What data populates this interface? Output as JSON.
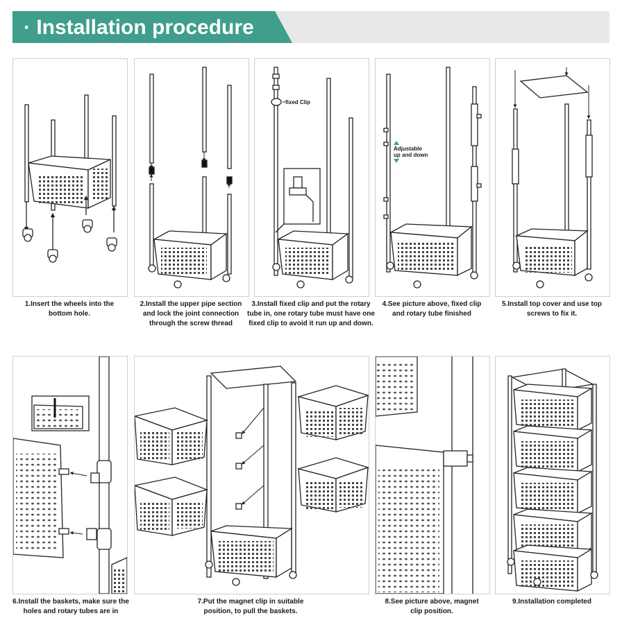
{
  "header": {
    "title": "· Installation procedure",
    "accent_color": "#3f9e8c",
    "bar_color": "#e8e8e8"
  },
  "steps": [
    {
      "caption": "1.Insert the wheels into the bottom hole."
    },
    {
      "caption": "2.Install the upper pipe section and lock the joint connection through the screw thread"
    },
    {
      "caption": "3.Install fixed clip and put the rotary tube in, one rotary tube must have one fixed clip to avoid it run up and down.",
      "callout": "fixed Clip"
    },
    {
      "caption": "4.See picture above, fixed clip and rotary tube finished",
      "callout": "Adjustable up and down",
      "callout_color": "#3f9e8c"
    },
    {
      "caption": "5.Install top cover and use top screws to fix it."
    },
    {
      "caption": "6.Install the baskets, make sure the holes and rotary tubes are in"
    },
    {
      "caption": "7.Put the magnet clip in suitable position, to pull the baskets."
    },
    {
      "caption": "8.See picture above, magnet clip position."
    },
    {
      "caption": "9.Installation completed"
    }
  ]
}
